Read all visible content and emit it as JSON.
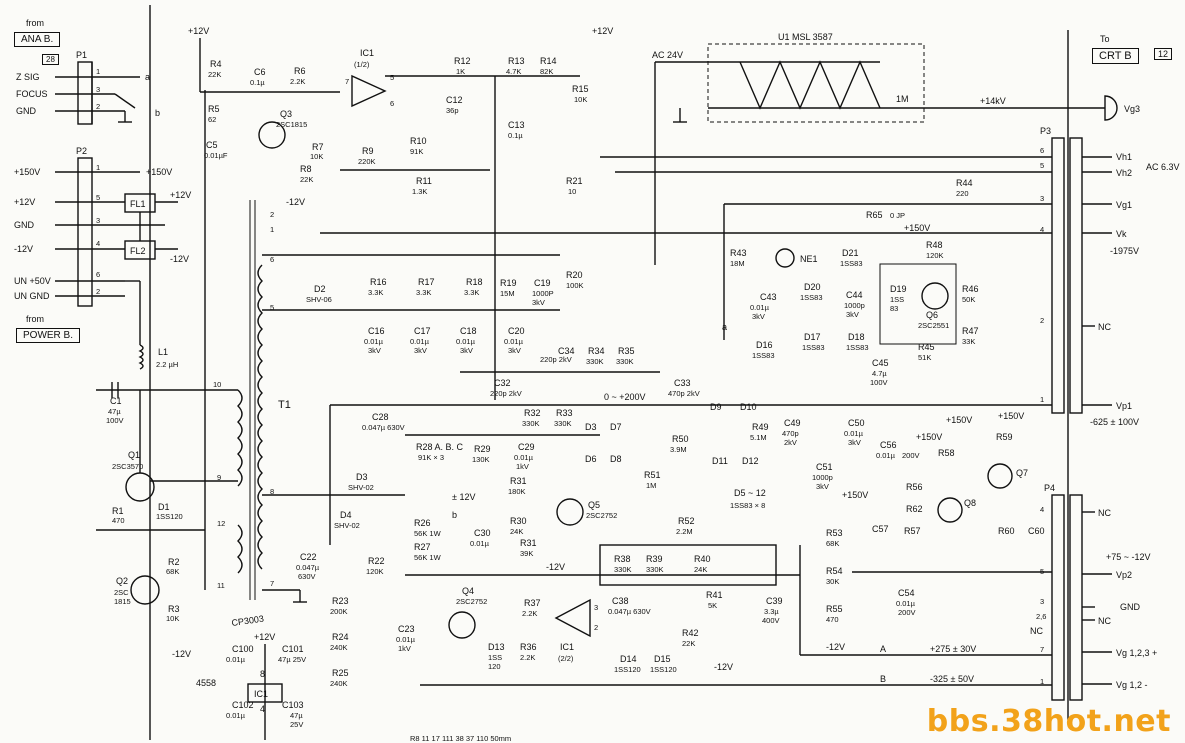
{
  "headers": {
    "from_top": "from",
    "ana_b": "ANA B.",
    "ana_b_num": "28",
    "from_bottom": "from",
    "power_b": "POWER B.",
    "to": "To",
    "crt_b": "CRT B",
    "crt_b_num": "12"
  },
  "connectors": {
    "p1": {
      "name": "P1",
      "pins": [
        {
          "n": "1",
          "label": "Z SIG"
        },
        {
          "n": "3",
          "label": "FOCUS"
        },
        {
          "n": "2",
          "label": "GND"
        }
      ]
    },
    "p2": {
      "name": "P2",
      "pins": [
        {
          "n": "1",
          "label": "+150V"
        },
        {
          "n": "5",
          "label": "+12V"
        },
        {
          "n": "3",
          "label": "GND"
        },
        {
          "n": "4",
          "label": "-12V"
        },
        {
          "n": "6",
          "label": "UN +50V"
        },
        {
          "n": "2",
          "label": "UN GND"
        }
      ]
    },
    "p3": {
      "name": "P3",
      "pins": [
        {
          "n": "6",
          "label": "Vh1"
        },
        {
          "n": "5",
          "label": "Vh2"
        },
        {
          "n": "3",
          "label": "Vg1"
        },
        {
          "n": "4",
          "label": "Vk"
        },
        {
          "n": "2",
          "label": "NC"
        },
        {
          "n": "1",
          "label": "Vp1"
        }
      ]
    },
    "p4": {
      "name": "P4",
      "pins": [
        {
          "n": "4",
          "label": "NC"
        },
        {
          "n": "5",
          "label": "Vp2"
        },
        {
          "n": "3",
          "label": "GND"
        },
        {
          "n": "2,6",
          "label": "NC"
        },
        {
          "n": "7",
          "label": "Vg 1,2,3 +"
        },
        {
          "n": "1",
          "label": "Vg 1,2 -"
        }
      ]
    }
  },
  "rail_labels": {
    "plus12_top": "+12V",
    "plus12_p6": "+12V",
    "minus12_q3": "-12V",
    "plus150_out": "+150V",
    "plus12_fl": "+12V",
    "minus12_fl": "-12V",
    "ac24": "AC 24V",
    "plus14kv": "+14kV",
    "ac63": "AC 6.3V",
    "vk_value": "-1975V",
    "vp1_value": "-625 ± 100V",
    "vp2_value": "+75 ~ -12V",
    "vg_plus_value": "+275 ± 30V",
    "vg_minus_value": "-325 ± 50V",
    "zero_200": "0 ~ +200V",
    "pm12": "± 12V",
    "minus12_q5": "-12V",
    "minus12_r41": "-12V",
    "minus12_left": "-12V",
    "plus12_ic": "+12V",
    "vg3": "Vg3",
    "nc": "NC",
    "plus150_q6": "+150V",
    "plus150_q7": "+150V",
    "plus150_r53": "+150V",
    "minus12_r55": "-12V",
    "plus150_r58": "+150V"
  },
  "ic_labels": {
    "ic1": "IC1",
    "ic1_half": "(1/2)",
    "ic1b": "IC1",
    "ic1b_half": "(2/2)",
    "u1": "U1   MSL 3587",
    "ic1_box": "IC1",
    "fl1": "FL1",
    "fl2": "FL2",
    "t1": "T1",
    "cp3003": "CP3003",
    "part4558": "4558",
    "ne1": "NE1",
    "l1": "L1",
    "l1_val": "2.2 µH"
  },
  "components": [
    {
      "ref": "R4",
      "val": "22K"
    },
    {
      "ref": "R5",
      "val": "62"
    },
    {
      "ref": "C5",
      "val": "0.01µF"
    },
    {
      "ref": "C6",
      "val": "0.1µ"
    },
    {
      "ref": "R6",
      "val": "2.2K"
    },
    {
      "ref": "Q3",
      "val": "2SC1815"
    },
    {
      "ref": "R7",
      "val": "10K"
    },
    {
      "ref": "R8",
      "val": "22K"
    },
    {
      "ref": "R9",
      "val": "220K"
    },
    {
      "ref": "R10",
      "val": "91K"
    },
    {
      "ref": "R11",
      "val": "1.3K"
    },
    {
      "ref": "C12",
      "val": "36p"
    },
    {
      "ref": "R12",
      "val": "1K"
    },
    {
      "ref": "R13",
      "val": "4.7K"
    },
    {
      "ref": "R14",
      "val": "82K"
    },
    {
      "ref": "R15",
      "val": "10K"
    },
    {
      "ref": "C13",
      "val": "0.1µ"
    },
    {
      "ref": "R21",
      "val": "10"
    },
    {
      "ref": "R16",
      "val": "3.3K"
    },
    {
      "ref": "R17",
      "val": "3.3K"
    },
    {
      "ref": "R18",
      "val": "3.3K"
    },
    {
      "ref": "R19",
      "val": "15M"
    },
    {
      "ref": "C19",
      "val": "1000P 3kV"
    },
    {
      "ref": "R20",
      "val": "100K"
    },
    {
      "ref": "C16",
      "val": "0.01µ 3kV"
    },
    {
      "ref": "C17",
      "val": "0.01µ 3kV"
    },
    {
      "ref": "C18",
      "val": "0.01µ 3kV"
    },
    {
      "ref": "C20",
      "val": "0.01µ 3kV"
    },
    {
      "ref": "D2",
      "val": "SHV-06"
    },
    {
      "ref": "C34",
      "val": "220p 2kV"
    },
    {
      "ref": "R34",
      "val": "330K"
    },
    {
      "ref": "R35",
      "val": "330K"
    },
    {
      "ref": "C32",
      "val": "220p 2kV"
    },
    {
      "ref": "R32",
      "val": "330K"
    },
    {
      "ref": "R33",
      "val": "330K"
    },
    {
      "ref": "C33",
      "val": "470p 2kV"
    },
    {
      "ref": "C28",
      "val": "0.047µ 630V"
    },
    {
      "ref": "R28",
      "val": "A.B.C 91K × 3"
    },
    {
      "ref": "R29",
      "val": "130K"
    },
    {
      "ref": "C29",
      "val": "0.01µ 1kV"
    },
    {
      "ref": "R31",
      "val": "180K"
    },
    {
      "ref": "R30",
      "val": "24K"
    },
    {
      "ref": "R31b",
      "val": "39K"
    },
    {
      "ref": "C30",
      "val": "0.01µ"
    },
    {
      "ref": "Q5",
      "val": "2SC2752"
    },
    {
      "ref": "D3",
      "val": "SHV-02"
    },
    {
      "ref": "D4",
      "val": "SHV-02"
    },
    {
      "ref": "R26",
      "val": "56K 1W"
    },
    {
      "ref": "R27",
      "val": "56K 1W"
    },
    {
      "ref": "C22",
      "val": "0.047µ 630V"
    },
    {
      "ref": "R22",
      "val": "120K"
    },
    {
      "ref": "R23",
      "val": "200K"
    },
    {
      "ref": "R24",
      "val": "240K"
    },
    {
      "ref": "R25",
      "val": "240K"
    },
    {
      "ref": "C23",
      "val": "0.01µ 1kV"
    },
    {
      "ref": "Q4",
      "val": "2SC2752"
    },
    {
      "ref": "R37",
      "val": "2.2K"
    },
    {
      "ref": "R36",
      "val": "2.2K"
    },
    {
      "ref": "D13",
      "val": "1SS 120"
    },
    {
      "ref": "D14",
      "val": "1SS120"
    },
    {
      "ref": "D15",
      "val": "1SS120"
    },
    {
      "ref": "C38",
      "val": "0.047µ 630V"
    },
    {
      "ref": "R38",
      "val": "330K"
    },
    {
      "ref": "R39",
      "val": "330K"
    },
    {
      "ref": "R40",
      "val": "24K"
    },
    {
      "ref": "R41",
      "val": "5K"
    },
    {
      "ref": "R42",
      "val": "22K"
    },
    {
      "ref": "C39",
      "val": "3.3µ 400V"
    },
    {
      "ref": "R50",
      "val": "3.9M"
    },
    {
      "ref": "R51",
      "val": "1M"
    },
    {
      "ref": "R52",
      "val": "2.2M"
    },
    {
      "ref": "R49",
      "val": "5.1M"
    },
    {
      "ref": "C49",
      "val": "470p 2kV"
    },
    {
      "ref": "C50",
      "val": "0.01µ 3kV"
    },
    {
      "ref": "C51",
      "val": "1000p 3kV"
    },
    {
      "ref": "D5~12",
      "val": "1SS83 × 8"
    },
    {
      "ref": "R43",
      "val": "18M"
    },
    {
      "ref": "C43",
      "val": "0.01µ 3kV"
    },
    {
      "ref": "D20",
      "val": "1SS83"
    },
    {
      "ref": "D21",
      "val": "1SS83"
    },
    {
      "ref": "C44",
      "val": "1000p 3kV"
    },
    {
      "ref": "D16",
      "val": "1SS83"
    },
    {
      "ref": "D17",
      "val": "1SS83"
    },
    {
      "ref": "D18",
      "val": "1SS83"
    },
    {
      "ref": "D19",
      "val": "1SS 83"
    },
    {
      "ref": "Q6",
      "val": "2SC2551"
    },
    {
      "ref": "R48",
      "val": "120K"
    },
    {
      "ref": "R46",
      "val": "50K"
    },
    {
      "ref": "R47",
      "val": "33K"
    },
    {
      "ref": "R45",
      "val": "51K"
    },
    {
      "ref": "C45",
      "val": "4.7µ 100V"
    },
    {
      "ref": "R44",
      "val": "220"
    },
    {
      "ref": "R65",
      "val": "0 JP"
    },
    {
      "ref": "C56",
      "val": "0.01µ 200V"
    },
    {
      "ref": "R56",
      "val": ""
    },
    {
      "ref": "R62",
      "val": ""
    },
    {
      "ref": "R57",
      "val": ""
    },
    {
      "ref": "R58",
      "val": ""
    },
    {
      "ref": "R59",
      "val": ""
    },
    {
      "ref": "R60",
      "val": ""
    },
    {
      "ref": "C60",
      "val": ""
    },
    {
      "ref": "Q7",
      "val": ""
    },
    {
      "ref": "Q8",
      "val": ""
    },
    {
      "ref": "C57",
      "val": ""
    },
    {
      "ref": "R53",
      "val": "68K"
    },
    {
      "ref": "R54",
      "val": "30K"
    },
    {
      "ref": "R55",
      "val": "470"
    },
    {
      "ref": "C54",
      "val": "0.01µ 200V"
    },
    {
      "ref": "Q1",
      "val": "2SC3570"
    },
    {
      "ref": "C1",
      "val": "47µ 100V"
    },
    {
      "ref": "R1",
      "val": "470"
    },
    {
      "ref": "D1",
      "val": "1SS120"
    },
    {
      "ref": "Q2",
      "val": "2SC 1815"
    },
    {
      "ref": "R2",
      "val": "68K"
    },
    {
      "ref": "R3",
      "val": "10K"
    },
    {
      "ref": "C100",
      "val": "0.01µ"
    },
    {
      "ref": "C101",
      "val": "47µ 25V"
    },
    {
      "ref": "C102",
      "val": "0.01µ"
    },
    {
      "ref": "C103",
      "val": "47µ 25V"
    }
  ],
  "nodes": {
    "a": "a",
    "b": "b",
    "A": "A",
    "B": "B"
  },
  "watermark": "bbs.38hot.net",
  "footer_text": "R8 11 17 111 38 37 110 50mm"
}
